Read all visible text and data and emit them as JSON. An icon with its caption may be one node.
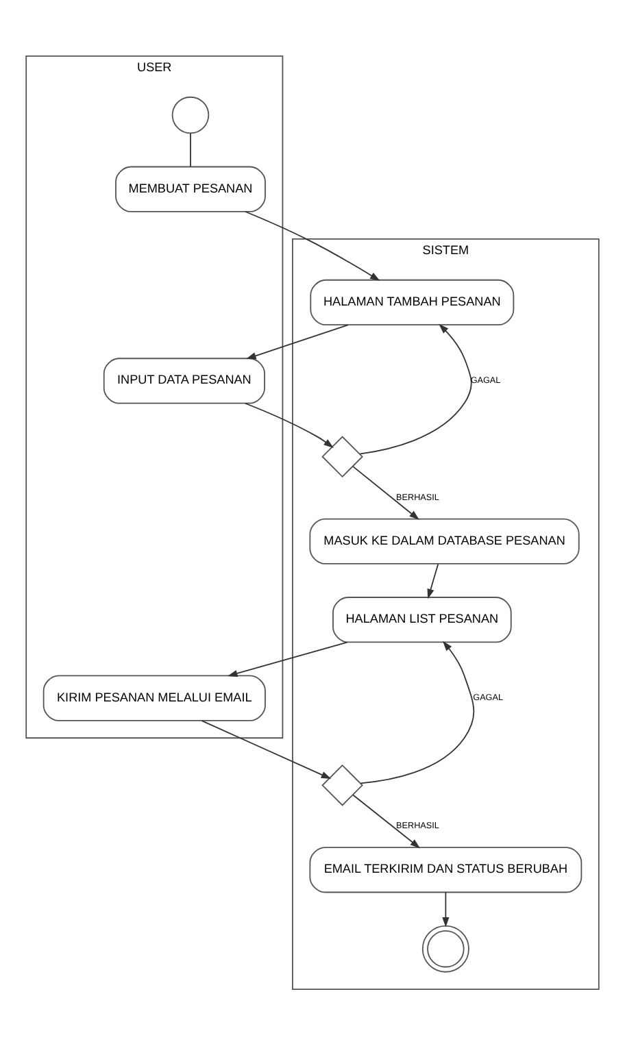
{
  "diagram": {
    "nodes": [
      {
        "text": [
          "USER"
        ]
      },
      {
        "text": [
          "SISTEM"
        ]
      },
      {
        "text": [],
        "shape": "circle",
        "in": 0
      },
      {
        "text": [
          "MEMBUAT PESANAN"
        ],
        "in": 0
      },
      {
        "text": [
          "HALAMAN TAMBAH PESANAN"
        ],
        "in": 1
      },
      {
        "text": [
          "INPUT DATA PESANAN"
        ],
        "in": 0
      },
      {
        "text": [],
        "shape": "diamond",
        "in": 1
      },
      {
        "text": [
          "MASUK KE DALAM DATABASE PESANAN"
        ],
        "in": 1
      },
      {
        "text": [
          "HALAMAN LIST PESANAN"
        ],
        "in": 1
      },
      {
        "text": [
          "KIRIM PESANAN MELALUI EMAIL"
        ],
        "in": 0
      },
      {
        "text": [],
        "shape": "diamond",
        "in": 1
      },
      {
        "text": [
          "EMAIL TERKIRIM DAN STATUS BERUBAH"
        ],
        "in": 1
      },
      {
        "text": [],
        "shape": "circle",
        "in": 1
      }
    ],
    "edges": [
      {
        "from": 2,
        "to": 3,
        "arrow": "none"
      },
      {
        "from": 3,
        "to": 4,
        "arrow": "to"
      },
      {
        "from": 4,
        "to": 5,
        "arrow": "to"
      },
      {
        "from": 5,
        "to": 6,
        "arrow": "to"
      },
      {
        "from": 6,
        "to": 4,
        "arrow": "to",
        "label": "GAGAL"
      },
      {
        "from": 6,
        "to": 7,
        "arrow": "to",
        "label": "BERHASIL"
      },
      {
        "from": 7,
        "to": 8,
        "arrow": "to"
      },
      {
        "from": 8,
        "to": 9,
        "arrow": "to"
      },
      {
        "from": 9,
        "to": 10,
        "arrow": "to"
      },
      {
        "from": 10,
        "to": 8,
        "arrow": "to",
        "label": "GAGAL"
      },
      {
        "from": 10,
        "to": 11,
        "arrow": "to",
        "label": "BERHASIL"
      },
      {
        "from": 11,
        "to": 12,
        "arrow": "to"
      }
    ]
  }
}
